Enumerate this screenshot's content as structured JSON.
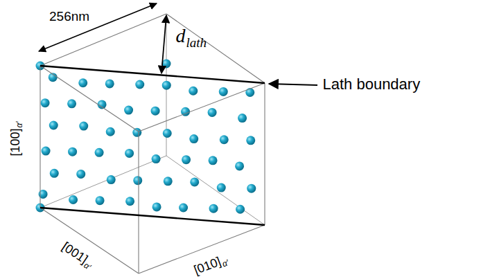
{
  "diagram": {
    "labels": [
      "256nm",
      "d",
      "lath",
      "Lath boundary",
      "[100]",
      "α′",
      "[001]",
      "α′",
      "[010]",
      "α′"
    ]
  }
}
